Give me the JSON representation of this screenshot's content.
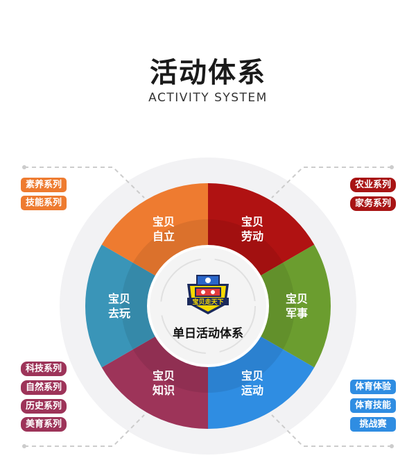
{
  "header": {
    "title": "活动体系",
    "subtitle": "ACTIVITY SYSTEM"
  },
  "center": {
    "label": "单日活动体系",
    "logo_text": "宝贝走天下"
  },
  "segments": [
    {
      "line1": "宝贝",
      "line2": "劳动",
      "color": "#b01212"
    },
    {
      "line1": "宝贝",
      "line2": "军事",
      "color": "#6b9d2f"
    },
    {
      "line1": "宝贝",
      "line2": "运动",
      "color": "#2f8de2"
    },
    {
      "line1": "宝贝",
      "line2": "知识",
      "color": "#9d3459"
    },
    {
      "line1": "宝贝",
      "line2": "去玩",
      "color": "#3a95b8"
    },
    {
      "line1": "宝贝",
      "line2": "自立",
      "color": "#ee7b30"
    }
  ],
  "tags": {
    "top_left": [
      "素养系列",
      "技能系列"
    ],
    "top_right": [
      "农业系列",
      "家务系列"
    ],
    "bottom_left": [
      "科技系列",
      "自然系列",
      "历史系列",
      "美育系列"
    ],
    "bottom_right": [
      "体育体验",
      "体育技能",
      "挑战赛"
    ]
  }
}
